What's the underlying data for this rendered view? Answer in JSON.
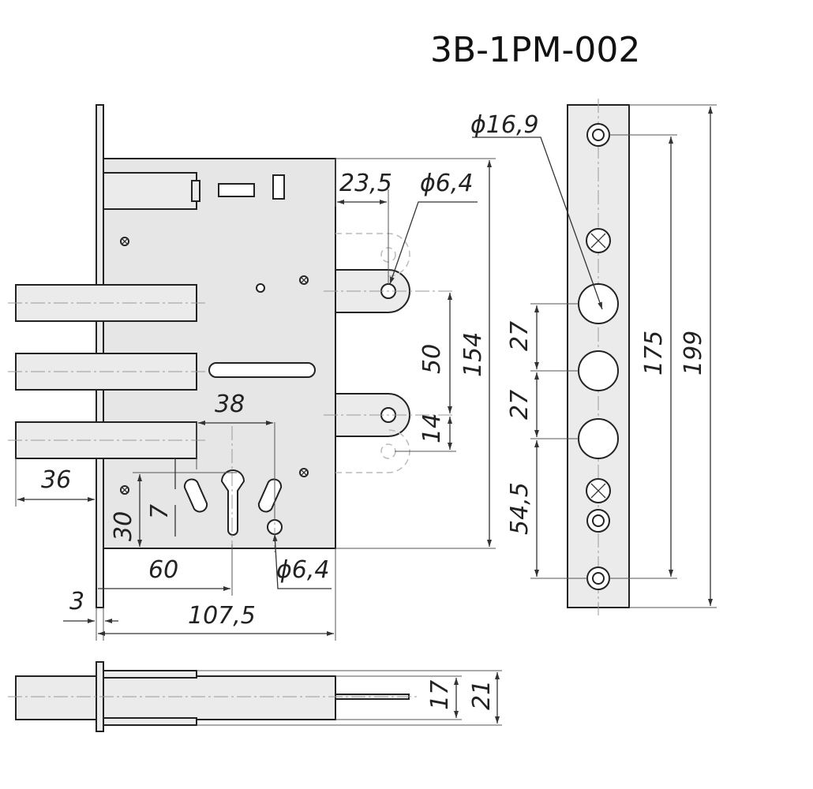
{
  "title": "3В-1РМ-002",
  "dimensions": {
    "d_23_5": "23,5",
    "d_phi_6_4_top": "ϕ6,4",
    "d_phi_16_9": "ϕ16,9",
    "d_38": "38",
    "d_50": "50",
    "d_154": "154",
    "d_14": "14",
    "d_36": "36",
    "d_30": "30",
    "d_7": "7",
    "d_60": "60",
    "d_phi_6_4_bottom": "ϕ6,4",
    "d_3": "3",
    "d_107_5": "107,5",
    "d_27_a": "27",
    "d_27_b": "27",
    "d_54_5": "54,5",
    "d_175": "175",
    "d_199": "199",
    "d_17": "17",
    "d_21": "21"
  }
}
